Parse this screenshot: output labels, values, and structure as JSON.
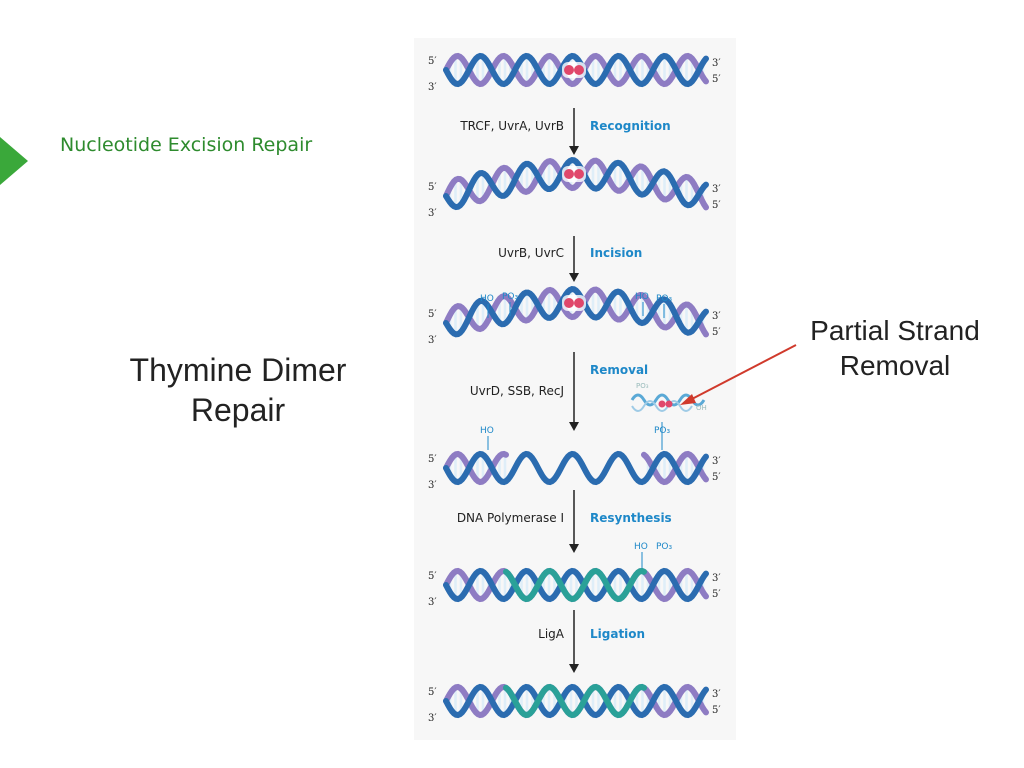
{
  "slide": {
    "title": "Nucleotide Excision Repair",
    "left_caption": "Thymine Dimer Repair",
    "right_caption": "Partial Strand Removal"
  },
  "colors": {
    "title_green": "#2e8b2e",
    "bullet_green": "#3aa83a",
    "arrow_red": "#d03a2c",
    "step_blue": "#1e88c8",
    "strand_blue": "#2b6cb0",
    "strand_purple": "#8e7cc3",
    "strand_teal": "#2aa198",
    "dimer_pink": "#e0476b"
  },
  "diagram": {
    "prime5": "5′",
    "prime3": "3′",
    "steps": [
      {
        "enzymes": "TRCF, UvrA, UvrB",
        "label": "Recognition"
      },
      {
        "enzymes": "UvrB, UvrC",
        "label": "Incision"
      },
      {
        "enzymes": "UvrD, SSB, RecJ",
        "label": "Removal"
      },
      {
        "enzymes": "DNA Polymerase I",
        "label": "Resynthesis"
      },
      {
        "enzymes": "LigA",
        "label": "Ligation"
      }
    ],
    "chem": {
      "ho": "HO",
      "po3": "PO₃",
      "oh": "OH"
    }
  }
}
